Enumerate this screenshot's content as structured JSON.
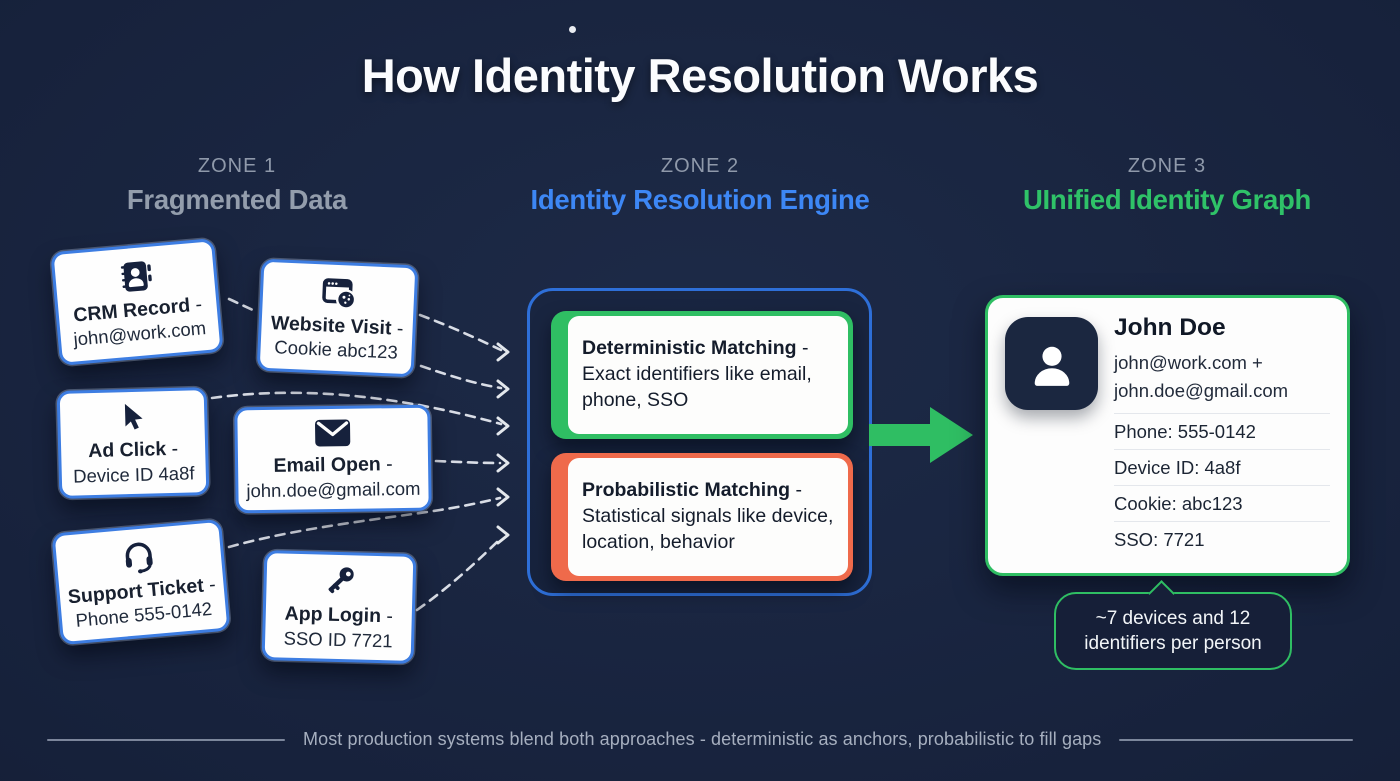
{
  "title": {
    "text": "How Identity Resolution Works"
  },
  "zones": [
    {
      "label": "ZONE 1",
      "name": "Fragmented Data"
    },
    {
      "label": "ZONE 2",
      "name": "Identity Resolution Engine"
    },
    {
      "label": "ZONE 3",
      "name": "UInified Identity Graph"
    }
  ],
  "sources": [
    {
      "icon": "address-book-icon",
      "label": "CRM Record",
      "suffix": " -",
      "detail": "john@work.com"
    },
    {
      "icon": "browser-cookie-icon",
      "label": "Website Visit",
      "suffix": " -",
      "detail": "Cookie abc123"
    },
    {
      "icon": "cursor-icon",
      "label": "Ad Click",
      "suffix": " -",
      "detail": "Device ID 4a8f"
    },
    {
      "icon": "envelope-icon",
      "label": "Email Open",
      "suffix": " -",
      "detail": "john.doe@gmail.com"
    },
    {
      "icon": "headset-icon",
      "label": "Support Ticket",
      "suffix": " -",
      "detail": "Phone 555-0142"
    },
    {
      "icon": "key-icon",
      "label": "App Login",
      "suffix": " -",
      "detail": "SSO ID 7721"
    }
  ],
  "engine": {
    "methods": [
      {
        "title": "Deterministic Matching",
        "desc": " - Exact identifiers like email, phone, SSO",
        "accent": "#2fbe63"
      },
      {
        "title": "Probabilistic Matching",
        "desc": " - Statistical signals like device, location, behavior",
        "accent": "#ef6a4b"
      }
    ]
  },
  "profile": {
    "name": "John Doe",
    "emails": [
      "john@work.com +",
      "john.doe@gmail.com"
    ],
    "attributes": [
      "Phone: 555-0142",
      "Device ID: 4a8f",
      "Cookie: abc123",
      "SSO: 7721"
    ]
  },
  "callout": {
    "text": "~7 devices and 12 identifiers per person"
  },
  "footer": {
    "text": "Most production systems blend both approaches - deterministic as anchors, probabilistic to fill gaps"
  },
  "colors": {
    "background": "#17223c",
    "accent_blue": "#3d87f5",
    "accent_green": "#2fbe63",
    "accent_orange": "#ef6a4b",
    "card_border_blue": "#3d7de2",
    "zone_label_gray": "#8f99aa",
    "connector_white": "#e9edf4"
  }
}
